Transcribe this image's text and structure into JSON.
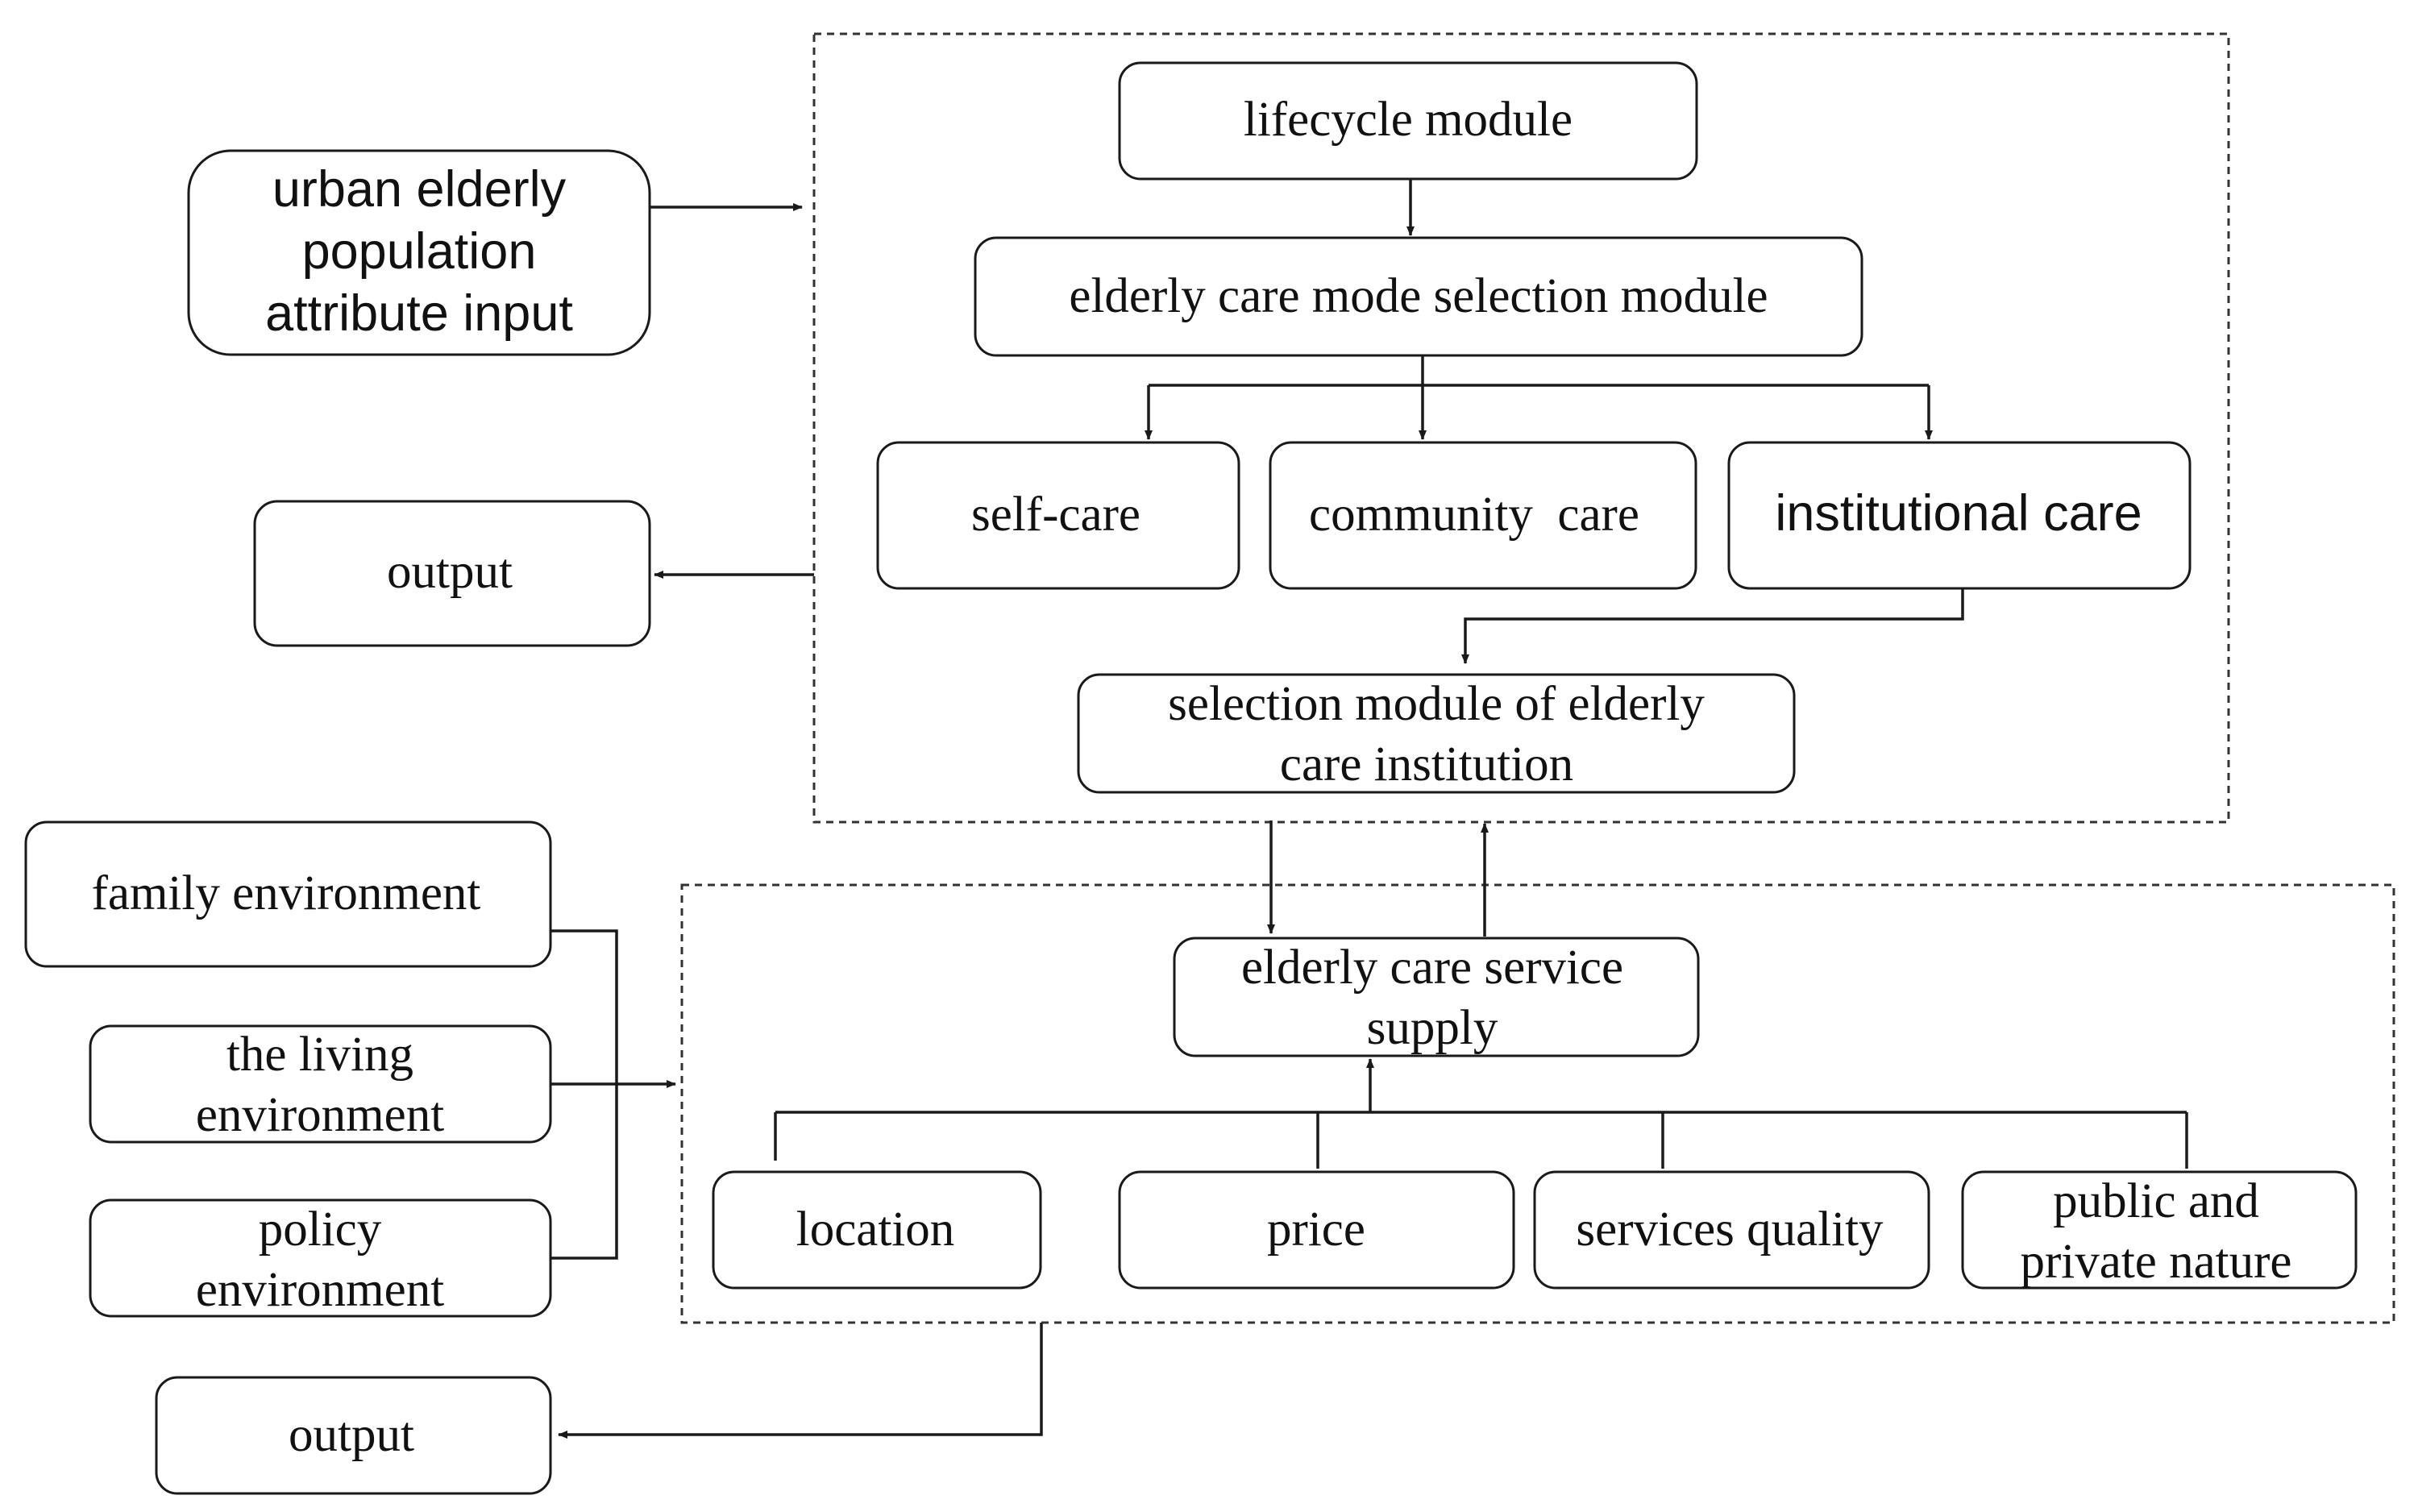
{
  "nodes": {
    "urban_input": [
      "urban elderly",
      "population",
      "attribute input"
    ],
    "lifecycle": "lifecycle module",
    "mode_selection": "elderly care mode selection module",
    "self_care": "self-care",
    "community_care": "community  care",
    "institutional_care": "institutional care",
    "institution_selection": [
      "selection module of elderly",
      "care institution"
    ],
    "output_top": "output",
    "family_env": "family environment",
    "living_env": [
      "the living",
      "environment"
    ],
    "policy_env": [
      "policy",
      "environment"
    ],
    "service_supply": [
      "elderly care service",
      "supply"
    ],
    "location": "location",
    "price": "price",
    "services_quality": "services quality",
    "public_private": [
      "public and",
      "private nature"
    ],
    "output_bottom": "output"
  },
  "colors": {
    "stroke": "#1a1a1a",
    "text": "#111111",
    "background": "#ffffff"
  }
}
